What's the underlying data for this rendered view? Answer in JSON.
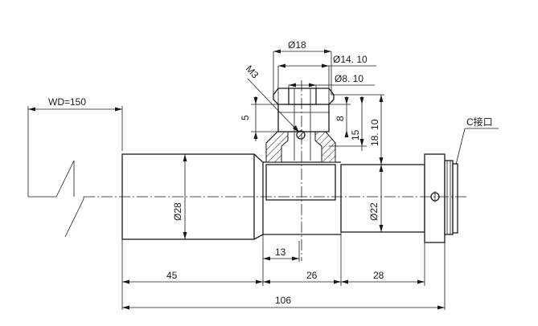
{
  "drawing": {
    "wd_label": "WD=150",
    "diameters": {
      "d18": "Ø18",
      "d14": "Ø14. 10",
      "d8": "Ø8. 10",
      "d28": "Ø28",
      "d22": "Ø22"
    },
    "thread_label": "M3",
    "vertical_dims": {
      "v5": "5",
      "v8": "8",
      "v15": "15",
      "v18": "18. 10"
    },
    "horizontal_dims": {
      "h13": "13",
      "h45": "45",
      "h26": "26",
      "h28": "28",
      "h106": "106"
    },
    "mount_label": "C接口"
  }
}
